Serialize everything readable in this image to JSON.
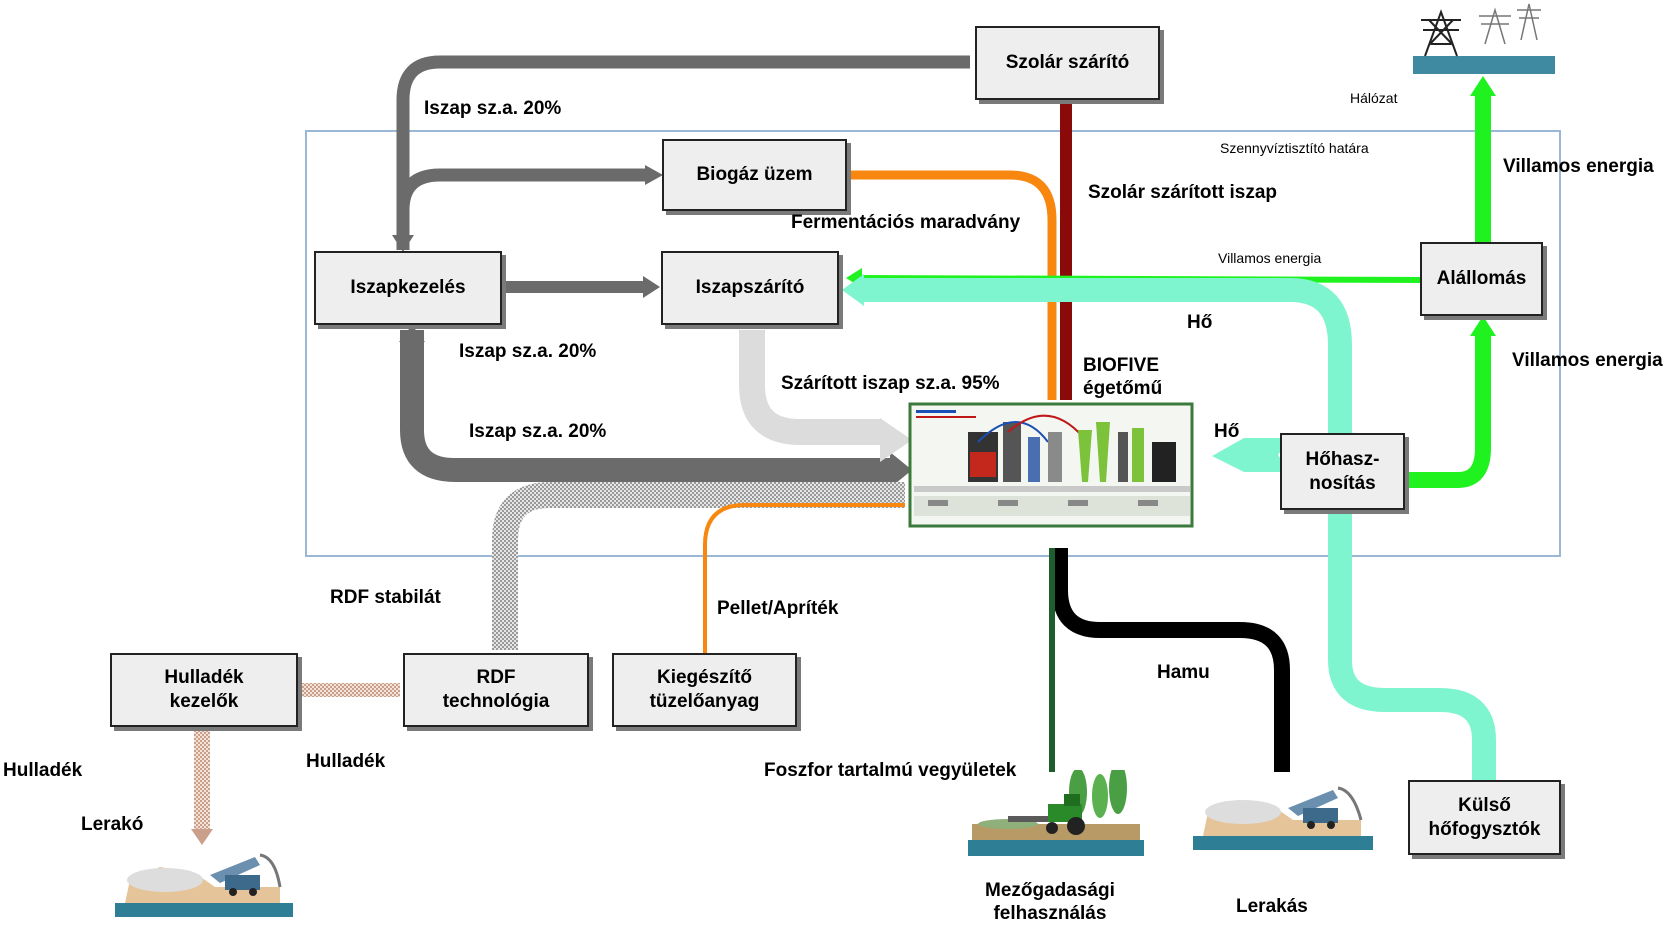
{
  "colors": {
    "sludge": "#6b6b6b",
    "dried": "#dcdcdc",
    "orange": "#f7870f",
    "solar": "#8a0a0a",
    "green": "#1ff21f",
    "heat": "#7ff5cf",
    "ash": "#000000",
    "phosphor": "#1e5e2e",
    "rdf": "#bdbdbd",
    "waste": "#e8c8b8",
    "boundary": "#9ab8d6",
    "box_fill": "#eeeeee"
  },
  "boxes": {
    "szolar_szarito": "Szolár szárító",
    "biogaz_uzem": "Biogáz üzem",
    "iszapkezeles": "Iszapkezelés",
    "iszapszarito": "Iszapszárító",
    "allomas": "Alállomás",
    "hohasznositas": "Hőhasz-\nnosítás",
    "hulladek_kezelok": "Hulladék\nkezelők",
    "rdf_technologia": "RDF\ntechnológia",
    "kiegeszito": "Kiegészítő\ntüzelőanyag",
    "kulso": "Külső\nhőfogysztók"
  },
  "labels": {
    "iszap_top": "Iszap sz.a. 20%",
    "iszap_mid": "Iszap sz.a. 20%",
    "iszap_bottom": "Iszap sz.a. 20%",
    "fermentacios": "Fermentációs maradvány",
    "szolar_szaritott": "Szolár szárított iszap",
    "szaritott": "Szárított iszap sz.a. 95%",
    "biofive": "BIOFIVE\négetőmű",
    "ho_upper": "Hő",
    "ho_right": "Hő",
    "villamos_top": "Villamos energia",
    "villamos_mid": "Villamos energia",
    "villamos_small": "Villamos energia",
    "halozat": "Hálózat",
    "hatara": "Szennyvíztisztító határa",
    "rdf_stabilat": "RDF stabilát",
    "pellet": "Pellet/Apríték",
    "hamu": "Hamu",
    "foszfor": "Foszfor tartalmú vegyületek",
    "hulladek_left": "Hulladék",
    "hulladek_mid": "Hulladék",
    "lerako": "Lerakó",
    "mezogazdasagi": "Mezőgadasági\nfelhasználás",
    "lerakas": "Lerakás"
  },
  "icons": {
    "plant": "incineration-plant-schematic",
    "landfill": "landfill-truck-icon",
    "tractor": "tractor-field-icon",
    "pylons": "power-pylons-icon"
  }
}
